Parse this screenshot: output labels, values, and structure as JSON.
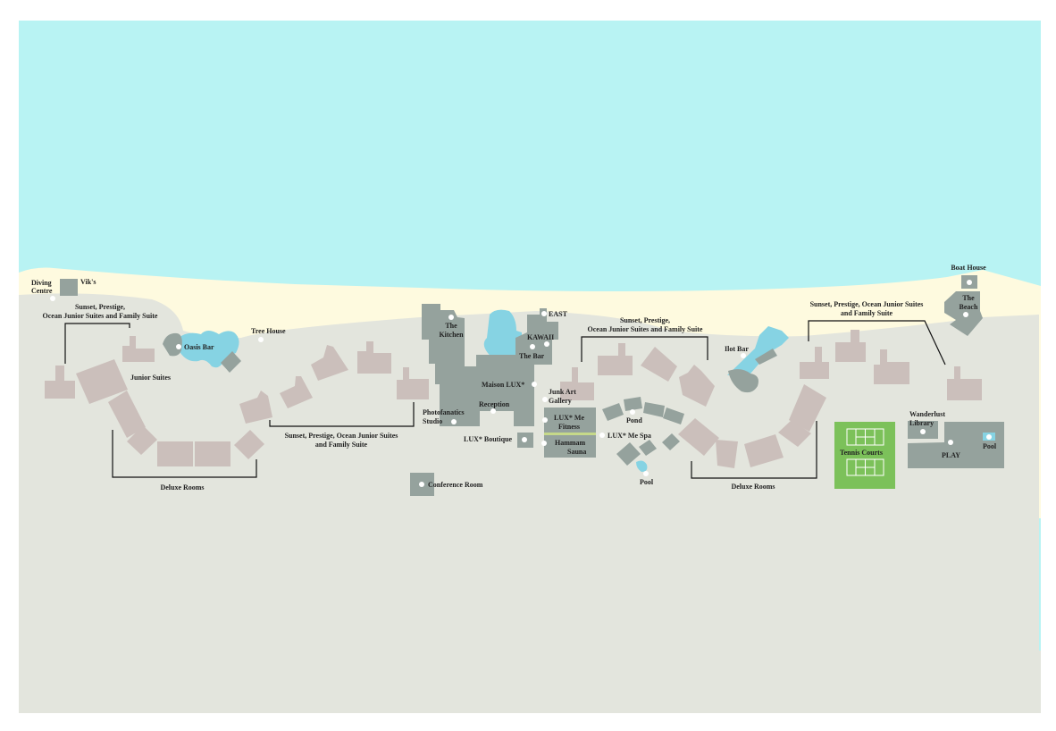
{
  "map": {
    "colors": {
      "sea": "#b8f3f3",
      "sand": "#fefadf",
      "land": "#e3e5dd",
      "room": "#cbbfbb",
      "facility": "#95a29d",
      "water": "#86d3e3",
      "tennis": "#7cc15a"
    },
    "labels": {
      "diving_centre": [
        "Diving",
        "Centre"
      ],
      "viks": "Vik's",
      "suites_west": [
        "Sunset, Prestige,",
        "Ocean Junior Suites and Family Suite"
      ],
      "oasis_bar": "Oasis Bar",
      "tree_house": "Tree House",
      "junior_suites": "Junior Suites",
      "deluxe_west": "Deluxe Rooms",
      "suites_southwest": [
        "Sunset, Prestige, Ocean Junior Suites",
        "and Family Suite"
      ],
      "kitchen": [
        "The",
        "Kitchen"
      ],
      "east": "EAST",
      "kawaii": "KAWAII",
      "the_bar": "The Bar",
      "maison_lux": "Maison LUX*",
      "junk_art_gallery": [
        "Junk Art",
        "Gallery"
      ],
      "reception": "Reception",
      "photofanatics": [
        "Photofanatics",
        "Studio"
      ],
      "lux_me_fitness": [
        "LUX* Me",
        "Fitness"
      ],
      "lux_boutique": "LUX* Boutique",
      "hammam_sauna": [
        "Hammam",
        "Sauna"
      ],
      "lux_me_spa": "LUX* Me Spa",
      "pond": "Pond",
      "pool_center": "Pool",
      "conference_room": "Conference Room",
      "suites_center": [
        "Sunset, Prestige,",
        "Ocean Junior Suites and Family Suite"
      ],
      "ilot_bar": "Ilot Bar",
      "deluxe_east": "Deluxe Rooms",
      "suites_east": [
        "Sunset, Prestige, Ocean Junior Suites",
        "and Family Suite"
      ],
      "boat_house": "Boat House",
      "the_beach": [
        "The",
        "Beach"
      ],
      "wanderlust_library": [
        "Wanderlust",
        "Library"
      ],
      "play": "PLAY",
      "pool_east": "Pool",
      "tennis_courts": "Tennis Courts"
    }
  }
}
